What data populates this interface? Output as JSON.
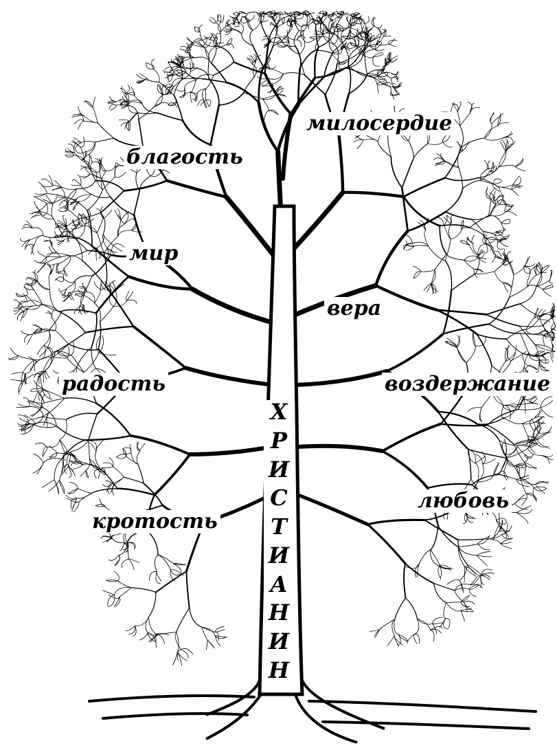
{
  "diagram": {
    "trunk_word": "ХРИСТИАНИН",
    "labels": {
      "miloserdie": "милосердие",
      "blagost": "благость",
      "mir": "мир",
      "vera": "вера",
      "radost": "радость",
      "vozderzhanie": "воздержание",
      "lyubov": "любовь",
      "krotost": "кротость"
    }
  },
  "colors": {
    "ink": "#000000",
    "paper": "#ffffff"
  }
}
